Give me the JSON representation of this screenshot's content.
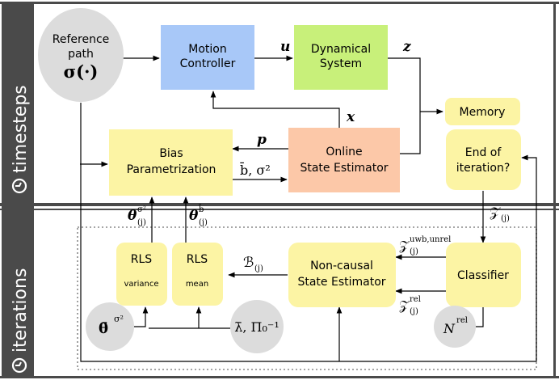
{
  "side_labels": {
    "top": "timesteps",
    "bottom": "iterations"
  },
  "nodes": {
    "reference": {
      "line1": "Reference",
      "line2": "path",
      "math": "σ(·)"
    },
    "motion": {
      "line1": "Motion",
      "line2": "Controller"
    },
    "dynamical": {
      "line1": "Dynamical",
      "line2": "System"
    },
    "memory": {
      "line1": "Memory"
    },
    "end_iter": {
      "line1": "End of",
      "line2": "iteration?"
    },
    "bias": {
      "line1": "Bias",
      "line2": "Parametrization"
    },
    "online": {
      "line1": "Online",
      "line2": "State Estimator"
    },
    "rls_var": {
      "line1": "RLS",
      "line2": "variance"
    },
    "rls_mean": {
      "line1": "RLS",
      "line2": "mean"
    },
    "noncausal": {
      "line1": "Non-causal",
      "line2": "State Estimator"
    },
    "classifier": {
      "line1": "Classifier"
    },
    "theta_bar": {
      "base": "θ̄",
      "sup": "σ²"
    },
    "lambda_pi": {
      "text": "λ̄, Π₀⁻¹"
    },
    "n_rel": {
      "base": "N",
      "sup": "rel"
    }
  },
  "edge_labels": {
    "u": "u",
    "z": "z",
    "x": "x",
    "p": "p",
    "b_sigma": "b̄, σ²",
    "Z_j": {
      "base": "𝒵",
      "sub": "(j)"
    },
    "Z_uwb": {
      "base": "𝒵",
      "sup": "uwb,unrel",
      "sub": "(j)"
    },
    "Z_rel": {
      "base": "𝒵",
      "sup": "rel",
      "sub": "(j)"
    },
    "B_j": {
      "base": "ℬ",
      "sub": "(j)"
    },
    "theta_sigma": {
      "base": "θ",
      "sup": "σ²",
      "sub": "(j)"
    },
    "theta_b": {
      "base": "θ",
      "sup": "b̄",
      "sub": "(j)"
    }
  },
  "colors": {
    "motion": "#a8c8f8",
    "dynamical": "#c8f07a",
    "online": "#fcc8a8",
    "yellow": "#fcf4a4",
    "grey": "#dcdcdc",
    "band": "#4a4a4a"
  }
}
